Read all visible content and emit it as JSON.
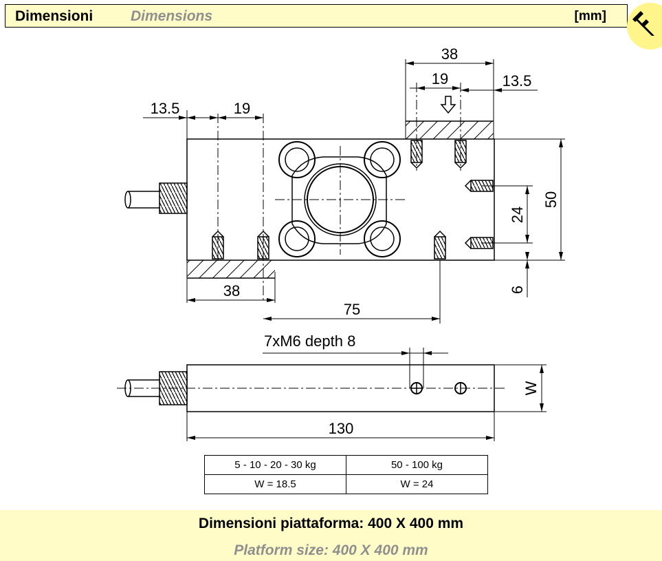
{
  "header": {
    "title_it": "Dimensioni",
    "title_en": "Dimensions",
    "unit": "[mm]",
    "icon": "caliper-icon",
    "badge_color": "#fff58a",
    "bar_color": "#fffcc7"
  },
  "dimensions": {
    "top_38": "38",
    "top_19": "19",
    "top_13_5": "13.5",
    "left_13_5": "13.5",
    "left_19": "19",
    "bottom_38": "38",
    "bottom_75": "75",
    "right_50": "50",
    "right_24": "24",
    "right_6": "6",
    "holes_note": "7xM6 depth 8",
    "width_w": "W",
    "length_130": "130"
  },
  "table": {
    "headers": [
      "5 - 10 - 20 - 30 kg",
      "50 - 100 kg"
    ],
    "values": [
      "W = 18.5",
      "W = 24"
    ]
  },
  "footer": {
    "platform_it": "Dimensioni piattaforma: 400 X 400 mm",
    "platform_en": "Platform size: 400 X 400 mm"
  }
}
